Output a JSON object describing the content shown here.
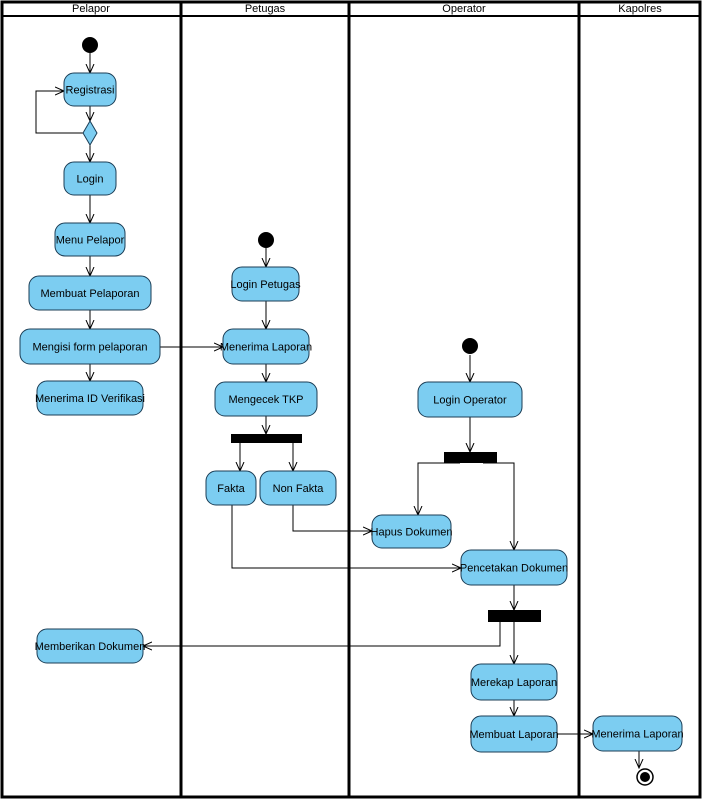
{
  "colors": {
    "activity_fill": "#7ccdf1",
    "activity_stroke": "#1b3d55",
    "line": "#000000",
    "background": "#ffffff"
  },
  "lanes": [
    {
      "id": "pelapor",
      "title": "Pelapor"
    },
    {
      "id": "petugas",
      "title": "Petugas"
    },
    {
      "id": "operator",
      "title": "Operator"
    },
    {
      "id": "kapolres",
      "title": "Kapolres"
    }
  ],
  "activities": {
    "registrasi": "Registrasi",
    "login": "Login",
    "menu_pelapor": "Menu Pelapor",
    "membuat_pelaporan": "Membuat Pelaporan",
    "mengisi_form": "Mengisi form pelaporan",
    "menerima_id": "Menerima ID Verifikasi",
    "login_petugas": "Login Petugas",
    "menerima_laporan_petugas": "Menerima Laporan",
    "mengecek_tkp": "Mengecek TKP",
    "fakta": "Fakta",
    "non_fakta": "Non Fakta",
    "login_operator": "Login Operator",
    "hapus_dokumen": "Hapus Dokumen",
    "pencetakan_dokumen": "Pencetakan Dokumen",
    "memberikan_dokumen": "Memberikan Dokumen",
    "merekap_laporan": "Merekap Laporan",
    "membuat_laporan": "Membuat Laporan",
    "menerima_laporan_kapolres": "Menerima Laporan"
  }
}
